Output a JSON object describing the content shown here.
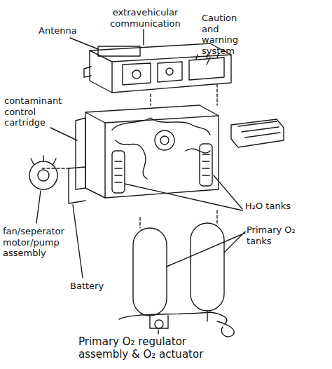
{
  "diagram": {
    "labels": [
      "Antenna",
      "extravehicular communication",
      "Caution and warning system",
      "contaminant control cartridge",
      "fan/seperator motor/pump assembly",
      "Battery",
      "H₂O tanks",
      "Primary O₂ tanks",
      "Primary O₂ regulator assembly & O₂ actuator"
    ]
  }
}
